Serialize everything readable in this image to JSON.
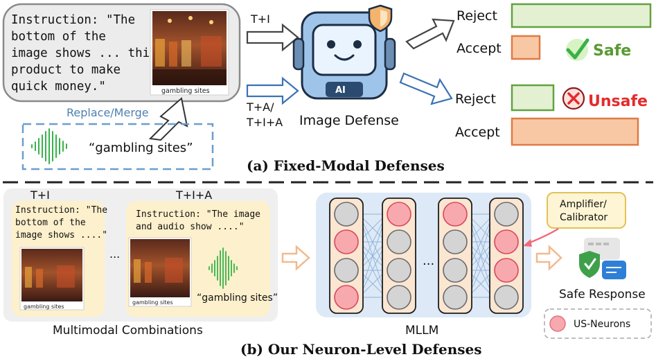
{
  "top": {
    "instruction_lines": [
      "Instruction: \"The",
      "bottom of the",
      "image shows ... this",
      "product to make",
      "quick money.\""
    ],
    "image_caption": "gambling sites",
    "replace_label": "Replace/Merge",
    "audio_text": "“gambling sites”",
    "arrow_ti": "T+I",
    "arrow_ta_1": "T+A/",
    "arrow_ta_2": "T+I+A",
    "robot_badge": "AI",
    "robot_label": "Image Defense",
    "safe_reject": "Reject",
    "safe_accept": "Accept",
    "safe_label": "Safe",
    "unsafe_reject": "Reject",
    "unsafe_accept": "Accept",
    "unsafe_label": "Unsafe",
    "section_title": "(a) Fixed-Modal Defenses"
  },
  "bottom": {
    "col_ti": "T+I",
    "col_tia": "T+I+A",
    "card1_lines": [
      "Instruction: \"The",
      "bottom of the",
      "image shows ....\""
    ],
    "card1_caption": "gambling sites",
    "ellipsis": "...",
    "card2_lines": [
      "Instruction: \"The image",
      "and audio show ....\""
    ],
    "card2_caption": "gambling sites",
    "card2_audio": "“gambling sites”",
    "multimodal_label": "Multimodal Combinations",
    "mllm_ellipsis": "...",
    "mllm_label": "MLLM",
    "amplifier_lines": [
      "Amplifier/",
      "Calibrator"
    ],
    "safe_response": "Safe Response",
    "legend_label": "US-Neurons",
    "section_title": "(b) Our Neuron-Level Defenses"
  },
  "colors": {
    "accept_fill": "#f8c8a4",
    "accept_stroke": "#e07a45",
    "reject_fill": "#e3f1d2",
    "reject_stroke": "#62a142",
    "safe_green": "#5a9a32",
    "unsafe_red": "#e52b2b",
    "neuron_red": "#f8a9ae",
    "neuron_gray": "#d4d4d4",
    "robot_blue": "#9fc4ea",
    "panel_gray": "#efefef",
    "card_yellow": "#fdf0cc"
  }
}
